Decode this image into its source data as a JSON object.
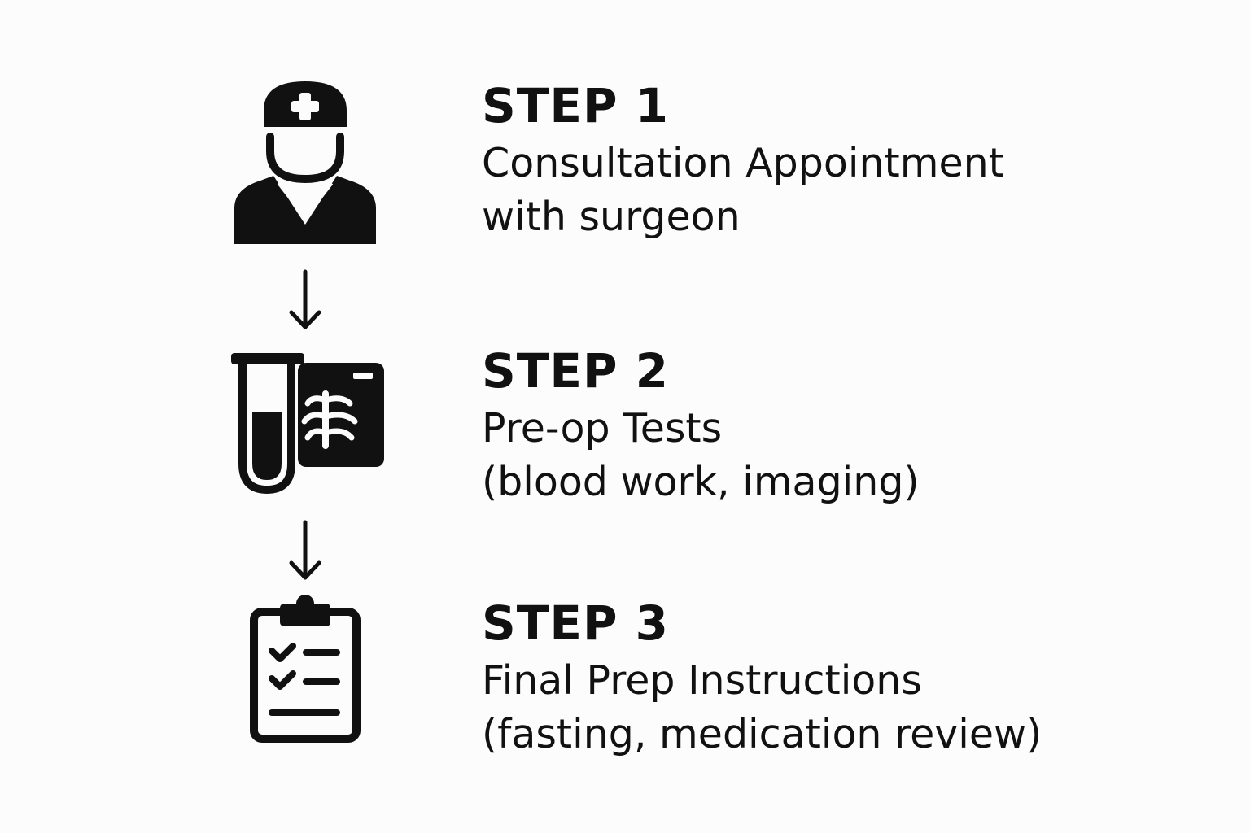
{
  "colors": {
    "background": "#fcfcfc",
    "ink": "#111111"
  },
  "steps": [
    {
      "title": "STEP 1",
      "line1": "Consultation Appointment",
      "line2": "with surgeon",
      "icon": "surgeon-icon"
    },
    {
      "title": "STEP 2",
      "line1": "Pre-op Tests",
      "line2": "(blood work, imaging)",
      "icon": "test-tube-xray-icon"
    },
    {
      "title": "STEP 3",
      "line1": "Final Prep Instructions",
      "line2": "(fasting, medication review)",
      "icon": "clipboard-checklist-icon"
    }
  ],
  "connectors": [
    "arrow-down-icon",
    "arrow-down-icon"
  ]
}
